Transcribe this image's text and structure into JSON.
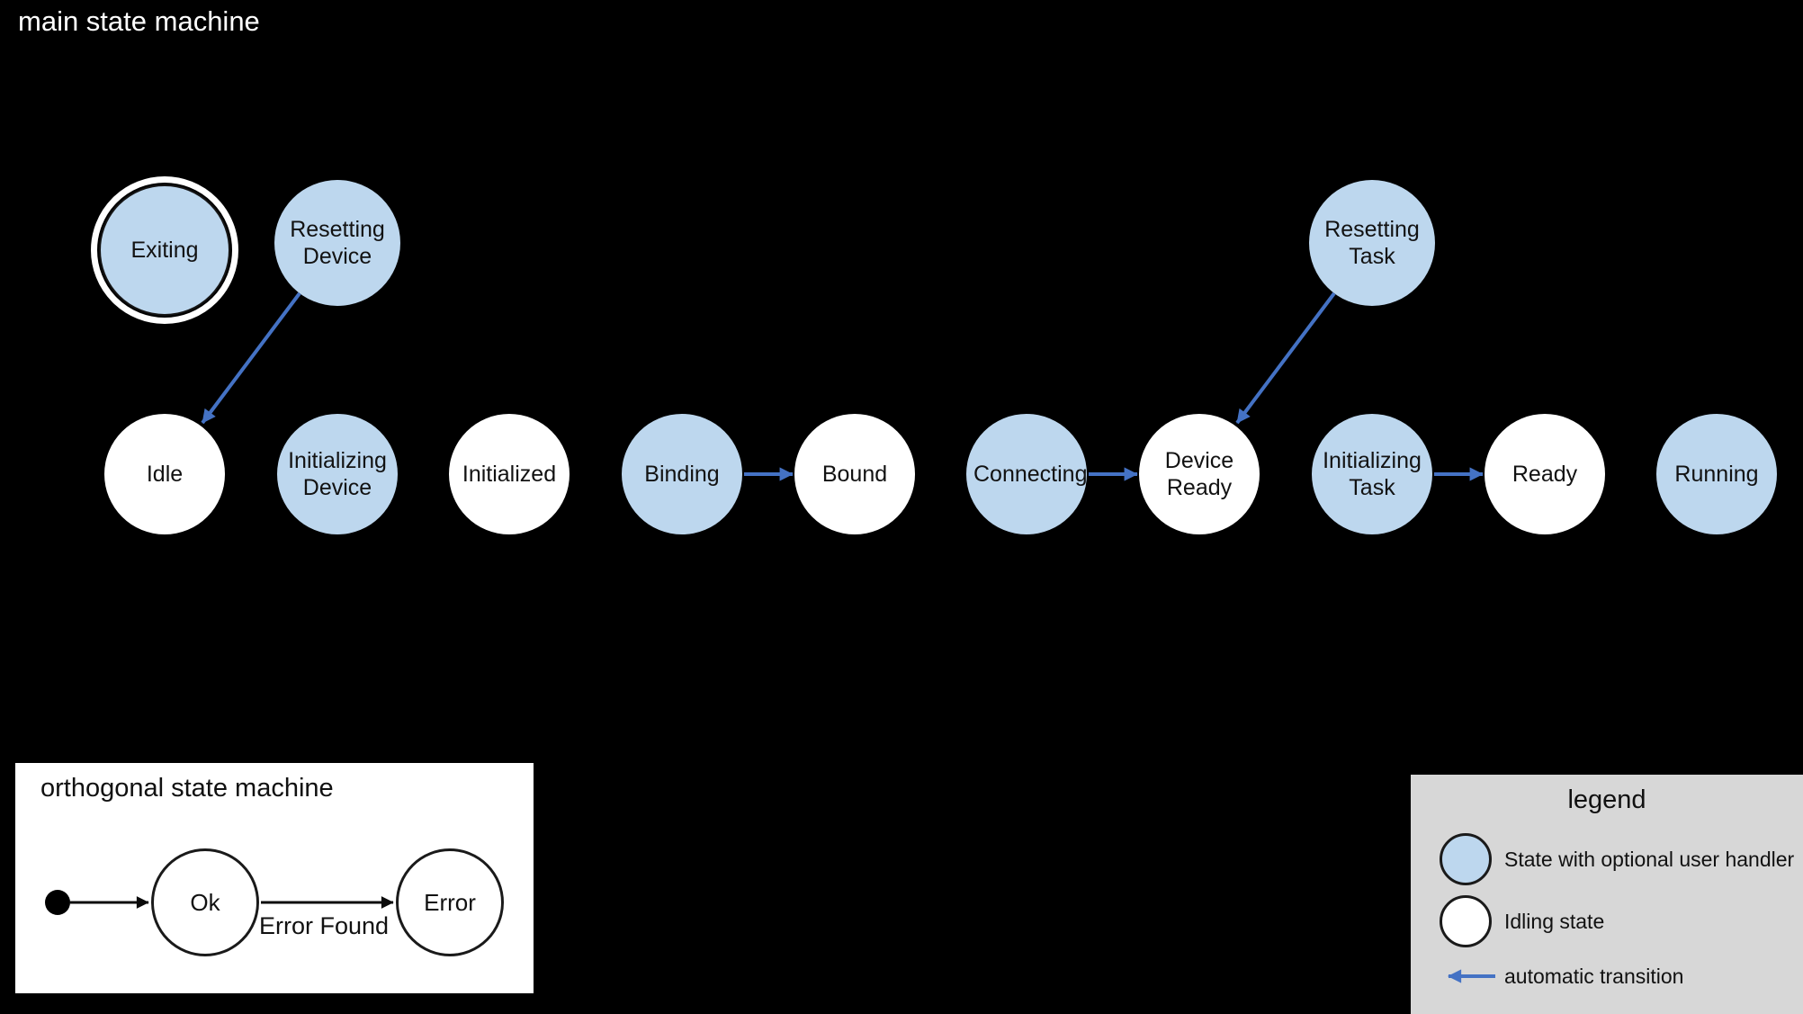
{
  "colors": {
    "background": "#000000",
    "state_user_handler_fill": "#BDD7EE",
    "state_idling_fill": "#FFFFFF",
    "transition_arrow_blue": "#4472C4",
    "orthogonal_panel_background": "#FFFFFF",
    "legend_panel_background": "#D7D7D7"
  },
  "main": {
    "title": "main state machine",
    "states": [
      {
        "id": "exiting",
        "label": "Exiting",
        "kind": "user_handler",
        "final": true
      },
      {
        "id": "resetting-device",
        "label": "Resetting Device",
        "kind": "user_handler"
      },
      {
        "id": "resetting-task",
        "label": "Resetting Task",
        "kind": "user_handler"
      },
      {
        "id": "idle",
        "label": "Idle",
        "kind": "idling"
      },
      {
        "id": "initializing-device",
        "label": "Initializing Device",
        "kind": "user_handler"
      },
      {
        "id": "initialized",
        "label": "Initialized",
        "kind": "idling"
      },
      {
        "id": "binding",
        "label": "Binding",
        "kind": "user_handler"
      },
      {
        "id": "bound",
        "label": "Bound",
        "kind": "idling"
      },
      {
        "id": "connecting",
        "label": "Connecting",
        "kind": "user_handler"
      },
      {
        "id": "device-ready",
        "label": "Device Ready",
        "kind": "idling"
      },
      {
        "id": "initializing-task",
        "label": "Initializing Task",
        "kind": "user_handler"
      },
      {
        "id": "ready",
        "label": "Ready",
        "kind": "idling"
      },
      {
        "id": "running",
        "label": "Running",
        "kind": "user_handler"
      }
    ],
    "transitions": [
      {
        "from": "resetting-device",
        "to": "idle"
      },
      {
        "from": "resetting-task",
        "to": "device-ready"
      },
      {
        "from": "binding",
        "to": "bound"
      },
      {
        "from": "connecting",
        "to": "device-ready"
      },
      {
        "from": "initializing-task",
        "to": "ready"
      }
    ]
  },
  "orthogonal": {
    "title": "orthogonal state machine",
    "states": [
      {
        "id": "ok",
        "label": "Ok"
      },
      {
        "id": "error",
        "label": "Error"
      }
    ],
    "transitions": [
      {
        "from": "initial",
        "to": "ok",
        "label": ""
      },
      {
        "from": "ok",
        "to": "error",
        "label": "Error Found"
      }
    ],
    "transition_label": "Error Found"
  },
  "legend": {
    "title": "legend",
    "items": [
      {
        "swatch": "blue-state",
        "label": "State with optional user handler"
      },
      {
        "swatch": "white-state",
        "label": "Idling state"
      },
      {
        "swatch": "blue-arrow",
        "label": "automatic transition"
      }
    ]
  }
}
